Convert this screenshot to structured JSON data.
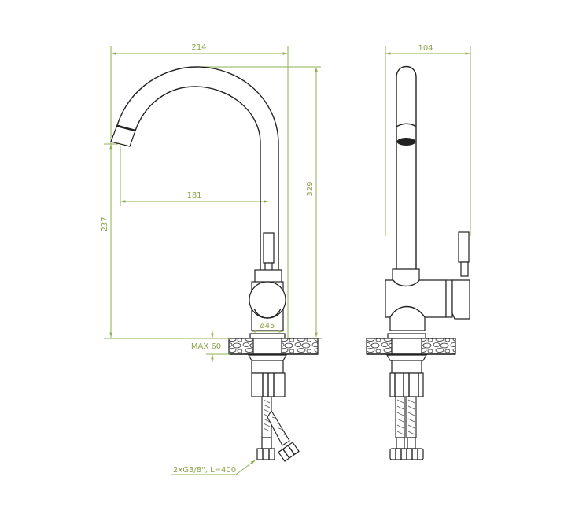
{
  "drawing": {
    "title": "Kitchen faucet technical drawing",
    "dimension_color": "#8fb050",
    "line_color": "#222222",
    "front_view": {
      "dimensions": {
        "overall_width": "214",
        "spout_reach": "181",
        "overall_height": "329",
        "spout_height": "237",
        "base_diameter": "ø45",
        "max_countertop_thickness": "MAX 60"
      },
      "hoses_label": "2xG3/8\", L=400"
    },
    "side_view": {
      "dimensions": {
        "depth": "104"
      }
    }
  }
}
